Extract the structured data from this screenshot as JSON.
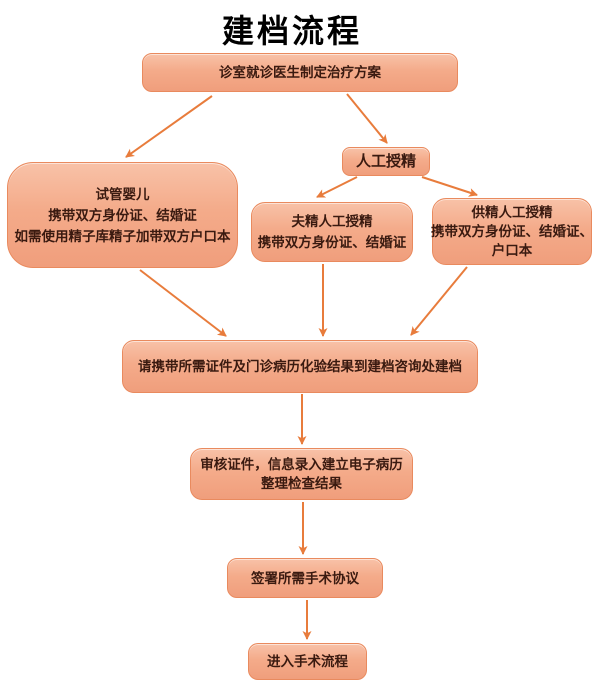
{
  "title": "建档流程",
  "colors": {
    "box-fill-top": "#f8c2a8",
    "box-fill-mid": "#f4ab8a",
    "box-fill-bottom": "#f09e7c",
    "box-border": "#e98a5e",
    "arrow": "#e87c3c",
    "text": "#3a1a10",
    "title-color": "#000000"
  },
  "nodes": {
    "consult": {
      "lines": [
        "诊室就诊医生制定治疗方案"
      ]
    },
    "ivf": {
      "lines": [
        "试管婴儿",
        "携带双方身份证、结婚证",
        "如需使用精子库精子加带双方户口本"
      ]
    },
    "ai": {
      "lines": [
        "人工授精"
      ]
    },
    "aih": {
      "lines": [
        "夫精人工授精",
        "携带双方身份证、结婚证"
      ]
    },
    "aid": {
      "lines": [
        "供精人工授精",
        "携带双方身份证、结婚证、",
        "户口本"
      ]
    },
    "archive": {
      "lines": [
        "请携带所需证件及门诊病历化验结果到建档咨询处建档"
      ]
    },
    "review": {
      "lines": [
        "审核证件，信息录入建立电子病历",
        "整理检查结果"
      ]
    },
    "sign": {
      "lines": [
        "签署所需手术协议"
      ]
    },
    "surgery": {
      "lines": [
        "进入手术流程"
      ]
    }
  },
  "edges": [
    {
      "from": "consult",
      "to": "ivf"
    },
    {
      "from": "consult",
      "to": "ai"
    },
    {
      "from": "ai",
      "to": "aih"
    },
    {
      "from": "ai",
      "to": "aid"
    },
    {
      "from": "ivf",
      "to": "archive"
    },
    {
      "from": "aih",
      "to": "archive"
    },
    {
      "from": "aid",
      "to": "archive"
    },
    {
      "from": "archive",
      "to": "review"
    },
    {
      "from": "review",
      "to": "sign"
    },
    {
      "from": "sign",
      "to": "surgery"
    }
  ]
}
